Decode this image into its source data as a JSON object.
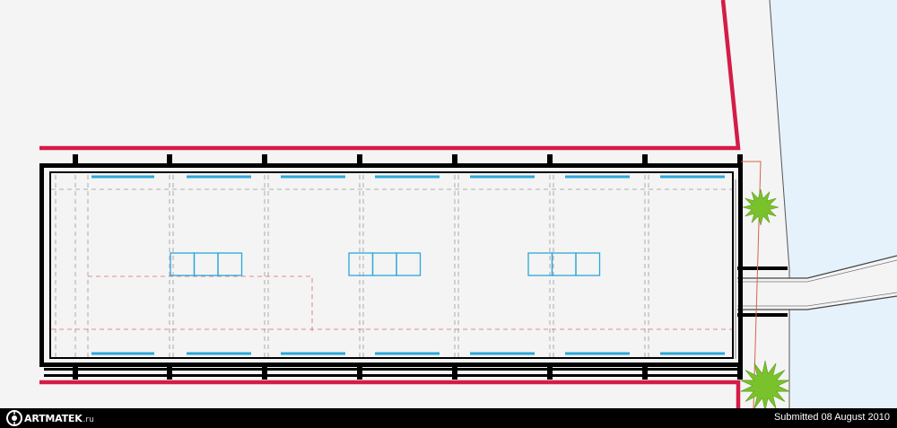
{
  "colors": {
    "background": "#f4f4f4",
    "water": "#e6f2fb",
    "boundary": "#d41c46",
    "structure": "#000000",
    "glazing": "#2ca8d8",
    "guide_red": "#e06a6a",
    "guide_grey": "#9a9a9a",
    "greenery": "#79c22c",
    "footer": "#000000"
  },
  "icons": {
    "logo": "artmatek-logo-icon",
    "tree": "tree-icon"
  },
  "footer": {
    "logo_name": "ARTMATEK",
    "logo_tld": ".ru",
    "submitted": "Submitted 08 August 2010"
  }
}
